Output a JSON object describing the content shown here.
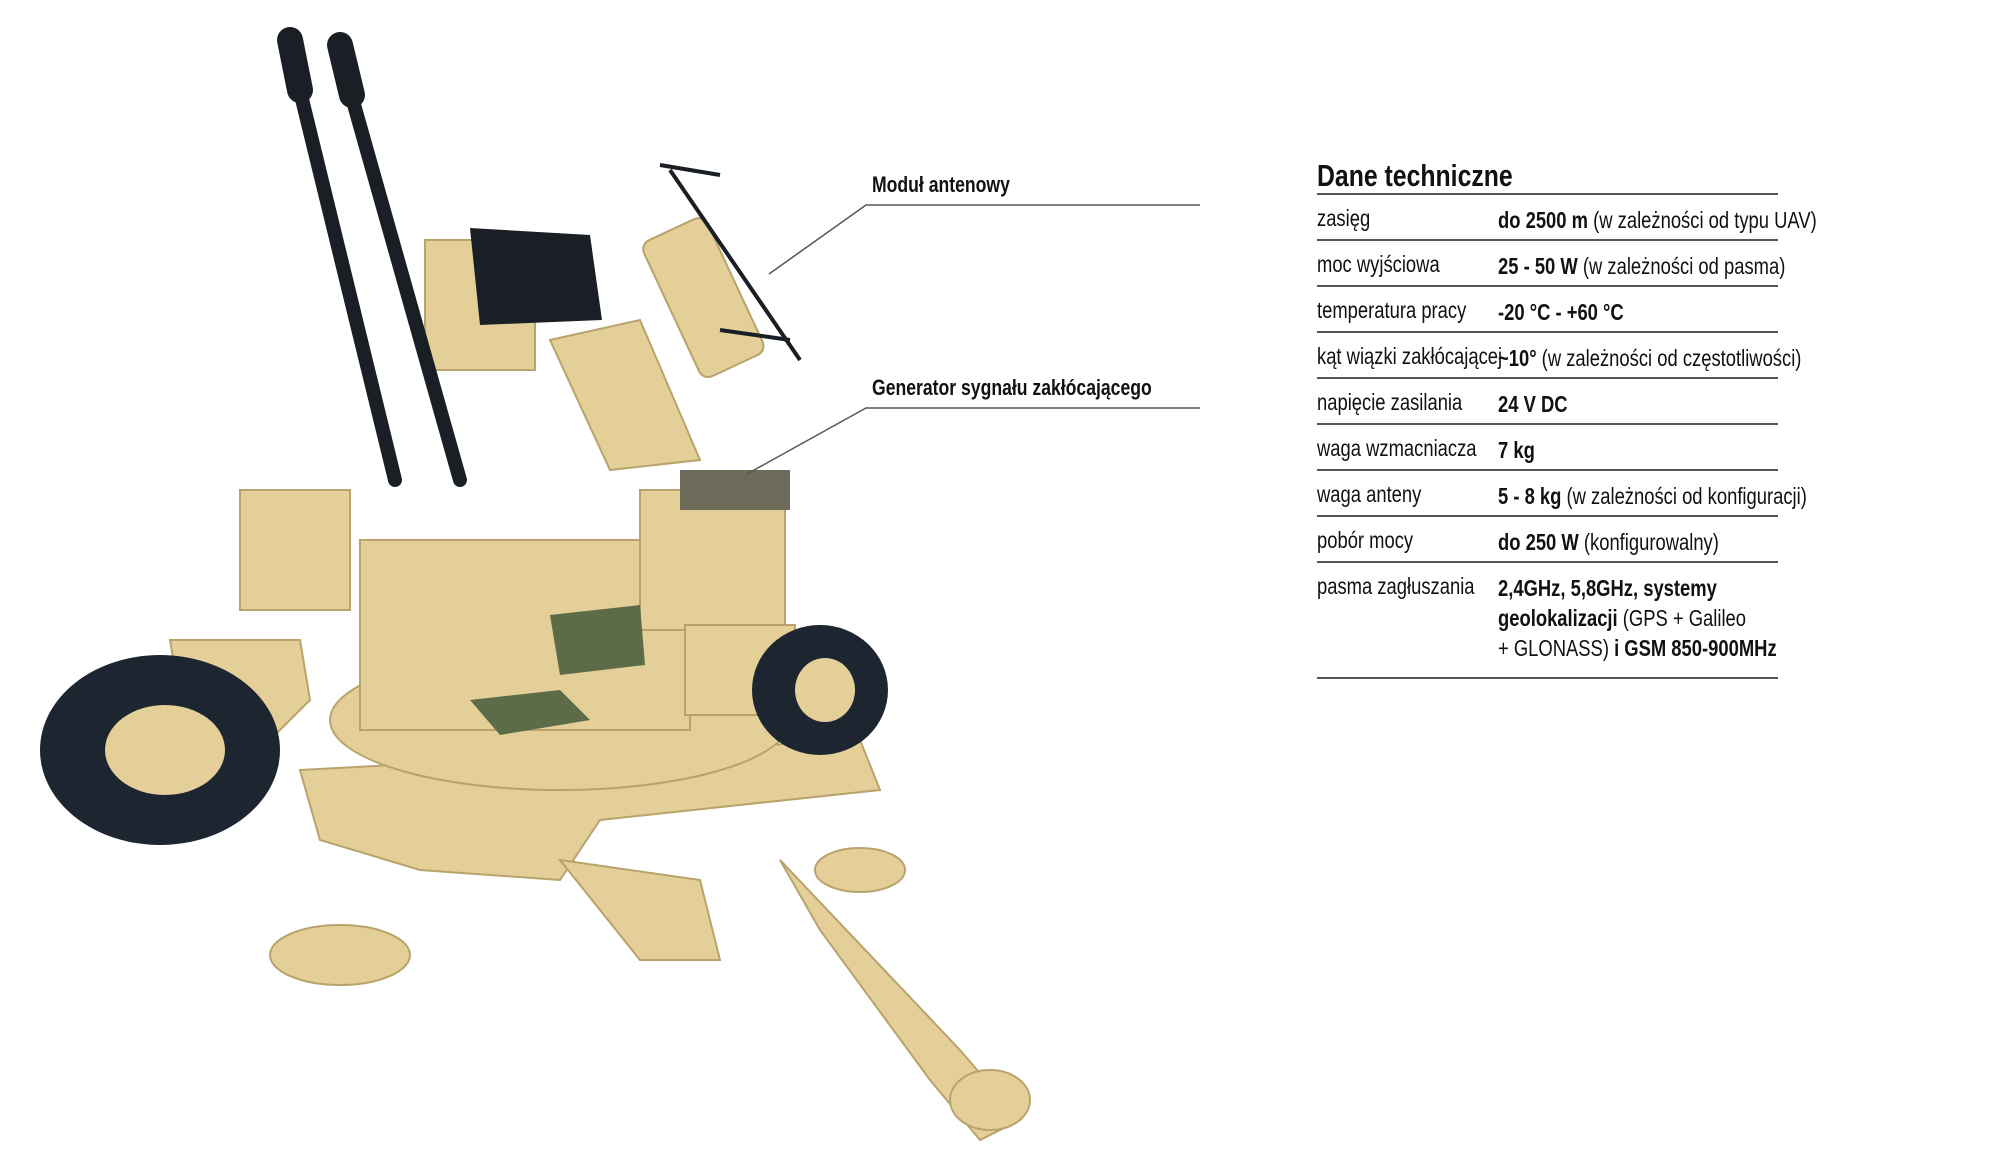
{
  "callouts": {
    "antenna_module": "Moduł antenowy",
    "jamming_generator": "Generator sygnału zakłócającego"
  },
  "specs": {
    "title": "Dane techniczne",
    "rows": [
      {
        "label": "zasięg",
        "bold": "do 2500 m",
        "rest": " (w zależności od typu UAV)"
      },
      {
        "label": "moc wyjściowa",
        "bold": "25 - 50 W",
        "rest": " (w zależności od pasma)"
      },
      {
        "label": "temperatura pracy",
        "bold": "-20 °C - +60 °C",
        "rest": ""
      },
      {
        "label": "kąt wiązki zakłócającej",
        "bold": "~10°",
        "rest": " (w zależności od częstotliwości)"
      },
      {
        "label": "napięcie zasilania",
        "bold": "24 V DC",
        "rest": ""
      },
      {
        "label": "waga wzmacniacza",
        "bold": "7 kg",
        "rest": ""
      },
      {
        "label": "waga anteny",
        "bold": "5 - 8 kg",
        "rest": " (w zależności od konfiguracji)"
      },
      {
        "label": "pobór mocy",
        "bold": "do 250 W",
        "rest": " (konfigurowalny)"
      }
    ],
    "last_row": {
      "label": "pasma zagłuszania",
      "line1_bold": "2,4GHz, 5,8GHz, systemy",
      "line2_bold": "geolokalizacji",
      "line2_rest": " (GPS + Galileo",
      "line3_rest": "+ GLONASS) ",
      "line3_bold": "i GSM 850-900MHz"
    }
  }
}
